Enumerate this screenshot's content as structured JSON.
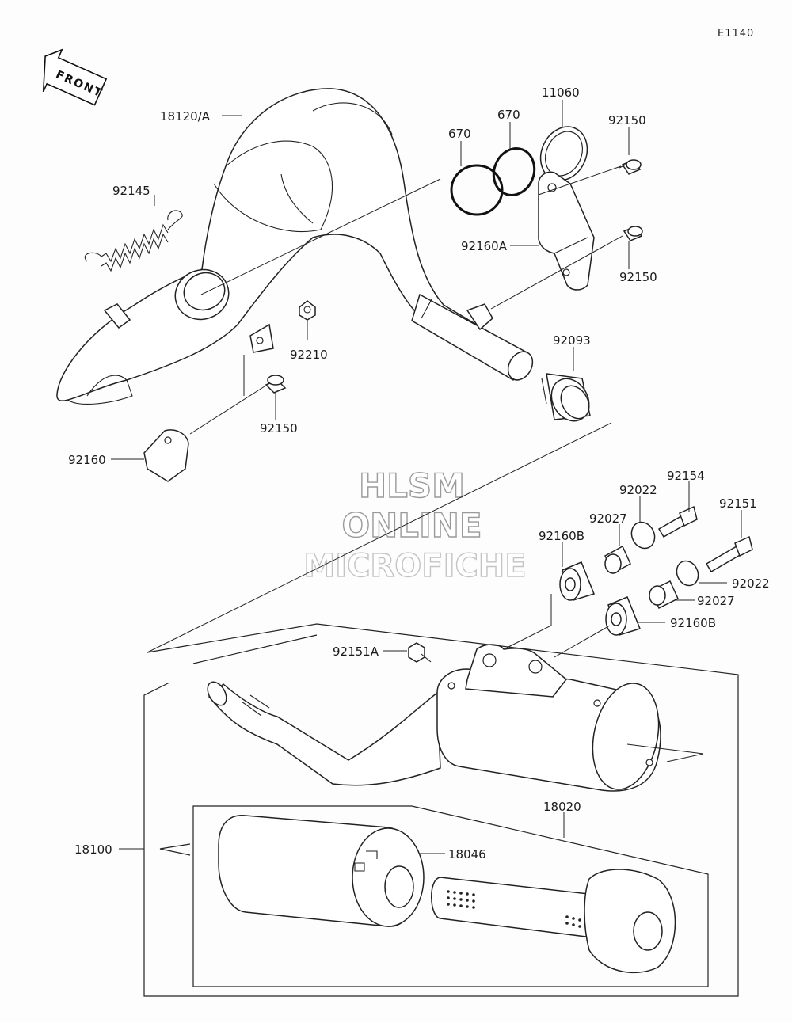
{
  "diagram_code": "E1140",
  "front_label": "FRONT",
  "watermark": {
    "line1": "HLSM",
    "line2": "ONLINE",
    "line3": "MICROFICHE"
  },
  "labels": {
    "p18120a": "18120/A",
    "p92145": "92145",
    "p670_left": "670",
    "p670_right": "670",
    "p11060": "11060",
    "p92150_top": "92150",
    "p92160a": "92160A",
    "p92150_mid": "92150",
    "p92210": "92210",
    "p92093": "92093",
    "p92150_low": "92150",
    "p92160": "92160",
    "p92154": "92154",
    "p92022_top": "92022",
    "p92151": "92151",
    "p92027_top": "92027",
    "p92160b_left": "92160B",
    "p92022_right": "92022",
    "p92027_right": "92027",
    "p92160b_right": "92160B",
    "p92151a": "92151A",
    "p18020": "18020",
    "p18100": "18100",
    "p18046": "18046"
  }
}
